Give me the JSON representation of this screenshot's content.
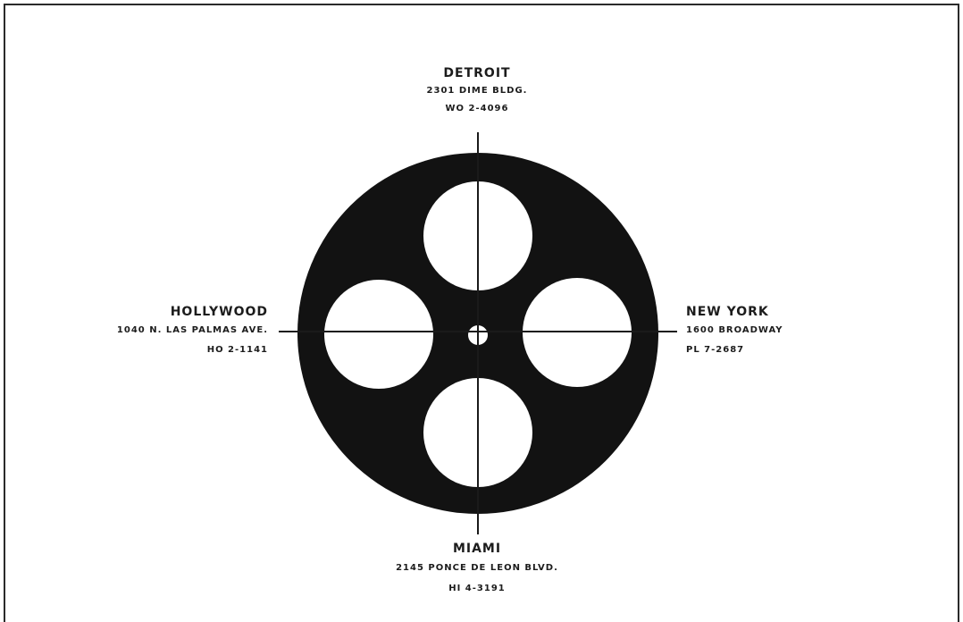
{
  "reel_diagram": {
    "offices": {
      "top": {
        "city": "DETROIT",
        "address": "2301 DIME BLDG.",
        "phone": "WO 2-4096"
      },
      "right": {
        "city": "NEW YORK",
        "address": "1600 BROADWAY",
        "phone": "PL 7-2687"
      },
      "bottom": {
        "city": "MIAMI",
        "address": "2145 PONCE DE LEON BLVD.",
        "phone": "HI 4-3191"
      },
      "left": {
        "city": "HOLLYWOOD",
        "address": "1040 N. LAS PALMAS AVE.",
        "phone": "HO 2-1141"
      }
    },
    "colors": {
      "reel": "#121212",
      "line": "#1a1a1a",
      "paper": "#ffffff"
    }
  }
}
